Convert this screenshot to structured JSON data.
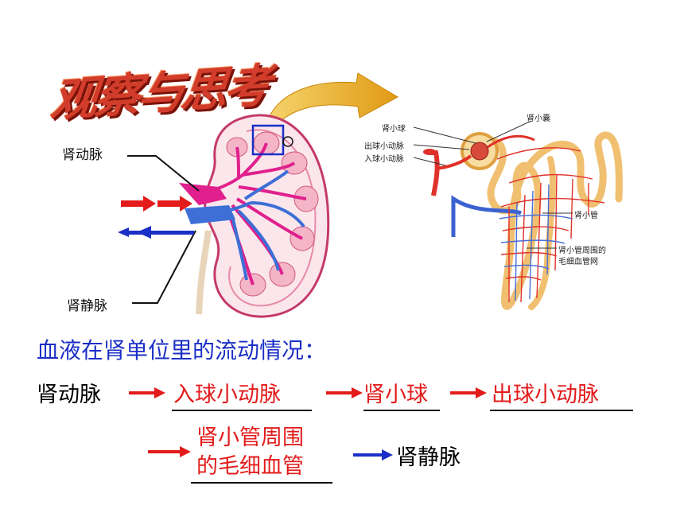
{
  "title": "观察与思考",
  "kidney_labels": {
    "renal_artery": "肾动脉",
    "renal_vein": "肾静脉"
  },
  "nephron_labels": {
    "glomerulus": "肾小球",
    "efferent_arteriole": "出球小动脉",
    "afferent_arteriole": "入球小动脉",
    "bowmans_capsule": "肾小囊",
    "renal_tubule": "肾小管",
    "peritubular_capillaries_line1": "肾小管周围的",
    "peritubular_capillaries_line2": "毛细血管网"
  },
  "heading": "血液在肾单位里的流动情况：",
  "flow": {
    "start": "肾动脉",
    "blank1": "入球小动脉",
    "blank2": "肾小球",
    "blank3": "出球小动脉",
    "blank4_line1": "肾小管周围",
    "blank4_line2": "的毛细血管",
    "end": "肾静脉"
  },
  "colors": {
    "answer_red": "#e31b1b",
    "heading_blue": "#1b2fc6",
    "artery_arrow": "#e31b1b",
    "vein_arrow": "#1b2fc6"
  }
}
